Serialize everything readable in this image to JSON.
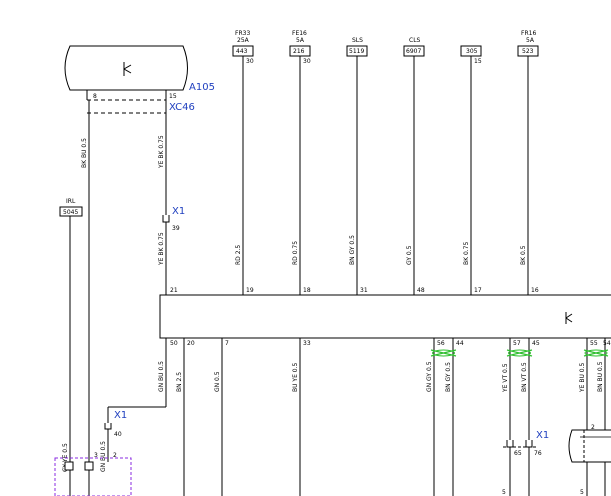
{
  "components": {
    "a105": {
      "label": "A105",
      "connector": "XC46",
      "pin_left": "8",
      "pin_right": "15"
    },
    "main_module": {
      "top_pins": [
        "21",
        "19",
        "18",
        "31",
        "48",
        "17",
        "16"
      ],
      "bottom_pins": [
        "50",
        "20",
        "7",
        "33",
        "56",
        "44",
        "57",
        "45",
        "55",
        "54"
      ]
    }
  },
  "fuses": [
    {
      "name": "FR33",
      "rating": "25A",
      "code": "443",
      "pin": "30",
      "wire": "RD 2.5"
    },
    {
      "name": "FE16",
      "rating": "5A",
      "code": "216",
      "pin": "30",
      "wire": "RD 0.75"
    },
    {
      "name": "SLS",
      "rating": "",
      "code": "5119",
      "pin": "",
      "wire": "BN GY 0.5"
    },
    {
      "name": "CLS",
      "rating": "",
      "code": "6907",
      "pin": "",
      "wire": "GY 0.5"
    },
    {
      "name": "",
      "rating": "",
      "code": "305",
      "pin": "15",
      "wire": "BK 0.75"
    },
    {
      "name": "FR16",
      "rating": "5A",
      "code": "523",
      "pin": "",
      "wire": "BK 0.5"
    }
  ],
  "irl": {
    "name": "IRL",
    "code": "5045"
  },
  "wires": {
    "a105_left": "BK BU 0.5",
    "a105_right_top": "YE BK 0.75",
    "a105_right_bottom": "YE BK 0.75",
    "b50": "GN BU 0.5",
    "b20": "BN 2.5",
    "b7": "GN 0.5",
    "b33": "BU YE 0.5",
    "b56": "GN GY 0.5",
    "b44": "BN GY 0.5",
    "b57": "YE VT 0.5",
    "b45": "BN VT 0.5",
    "b55": "YE BU 0.5",
    "b54": "BN BU 0.5",
    "left_gy": "GY YE 0.5",
    "left_gn": "GN BU 0.5"
  },
  "connectors": {
    "x1_a": {
      "label": "X1",
      "pin": "39"
    },
    "x1_b": {
      "label": "X1",
      "pin": "40"
    },
    "x1_c": {
      "label": "X1",
      "pins": [
        "65",
        "76"
      ]
    }
  },
  "misc_pins": [
    "3",
    "2",
    "2",
    "5",
    "5"
  ],
  "colors": {
    "label_blue": "#1f3fbf",
    "twist_green": "#2fbf2f",
    "wire": "#000000"
  }
}
